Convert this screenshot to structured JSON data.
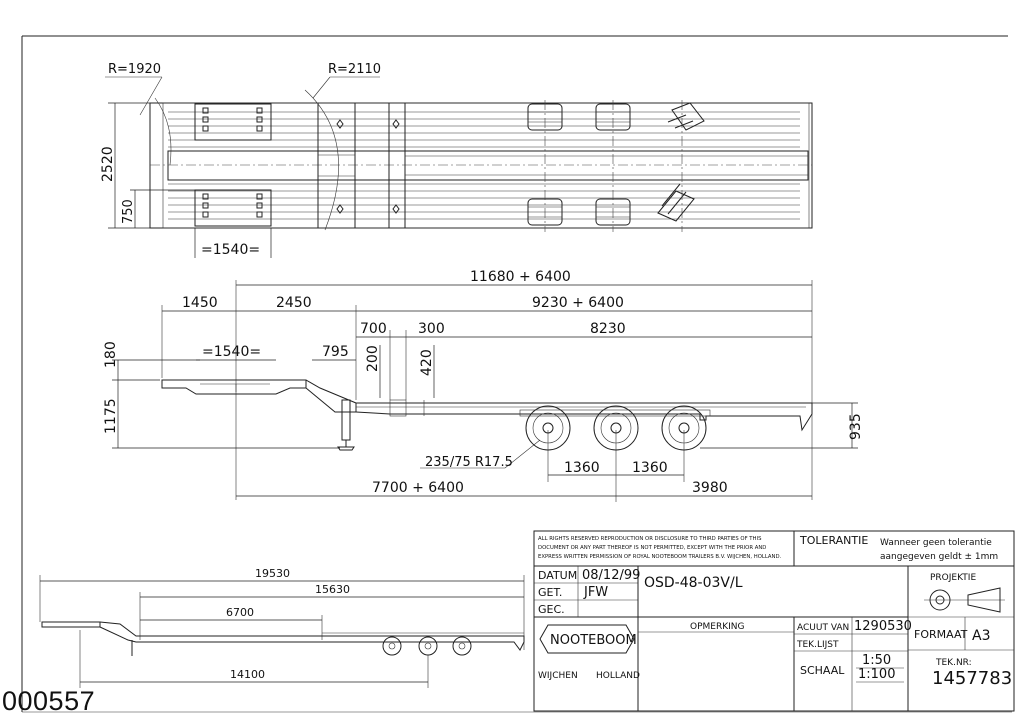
{
  "top_view": {
    "radius_front": "R=1920",
    "radius_gooseneck": "R=2110",
    "width": "2520",
    "ramp_width": "750",
    "kingpin_spacing": "=1540="
  },
  "side_view": {
    "overall": "11680 + 6400",
    "front_overhang": "1450",
    "kingpin_to_neck": "2450",
    "neck_to_rear": "9230 + 6400",
    "neck_step": "700",
    "step_300": "300",
    "deck_length": "8230",
    "neck_rise": "180",
    "kingpin_spacing": "=1540=",
    "gooseneck_795": "795",
    "height_200": "200",
    "height_420": "420",
    "fifth_wheel_height": "1175",
    "deck_height": "935",
    "tyre_size": "235/75 R17.5",
    "axle_spacing_1": "1360",
    "axle_spacing_2": "1360",
    "kingpin_to_axle": "7700 + 6400",
    "axle_to_rear": "3980"
  },
  "extended_view": {
    "total": "19530",
    "dim_15630": "15630",
    "dim_6700": "6700",
    "dim_14100": "14100"
  },
  "title_block": {
    "copyright": [
      "ALL RIGHTS RESERVED REPRODUCTION OR DISCLOSURE TO THIRD PARTIES OF THIS",
      "DOCUMENT OR ANY PART THEREOF IS NOT PERMITTED, EXCEPT WITH THE PRIOR AND",
      "EXPRESS WRITTEN PERMISSION OF ROYAL NOOTEBOOM TRAILERS B.V. WIJCHEN, HOLLAND."
    ],
    "tolerance_label": "TOLERANTIE",
    "tolerance_text_1": "Wanneer geen tolerantie",
    "tolerance_text_2": "aangegeven geldt ± 1mm",
    "datum_label": "DATUM",
    "datum_value": "08/12/99",
    "get_label": "GET.",
    "get_value": "JFW",
    "gec_label": "GEC.",
    "drawing_code": "OSD-48-03V/L",
    "projection_label": "PROJEKTIE",
    "opmerking_label": "OPMERKING",
    "acuut_label": "ACUUT VAN",
    "acuut_value": "1290530",
    "tek_lijst_label": "TEK.LIJST",
    "formaat_label": "FORMAAT",
    "formaat_value": "A3",
    "schaal_label": "SCHAAL",
    "schaal_1": "1:50",
    "schaal_2": "1:100",
    "tek_nr_label": "TEK.NR:",
    "tek_nr_value": "1457783",
    "logo": "NOOTEBOOM",
    "city": "WIJCHEN",
    "country": "HOLLAND"
  },
  "stamp": "000557"
}
